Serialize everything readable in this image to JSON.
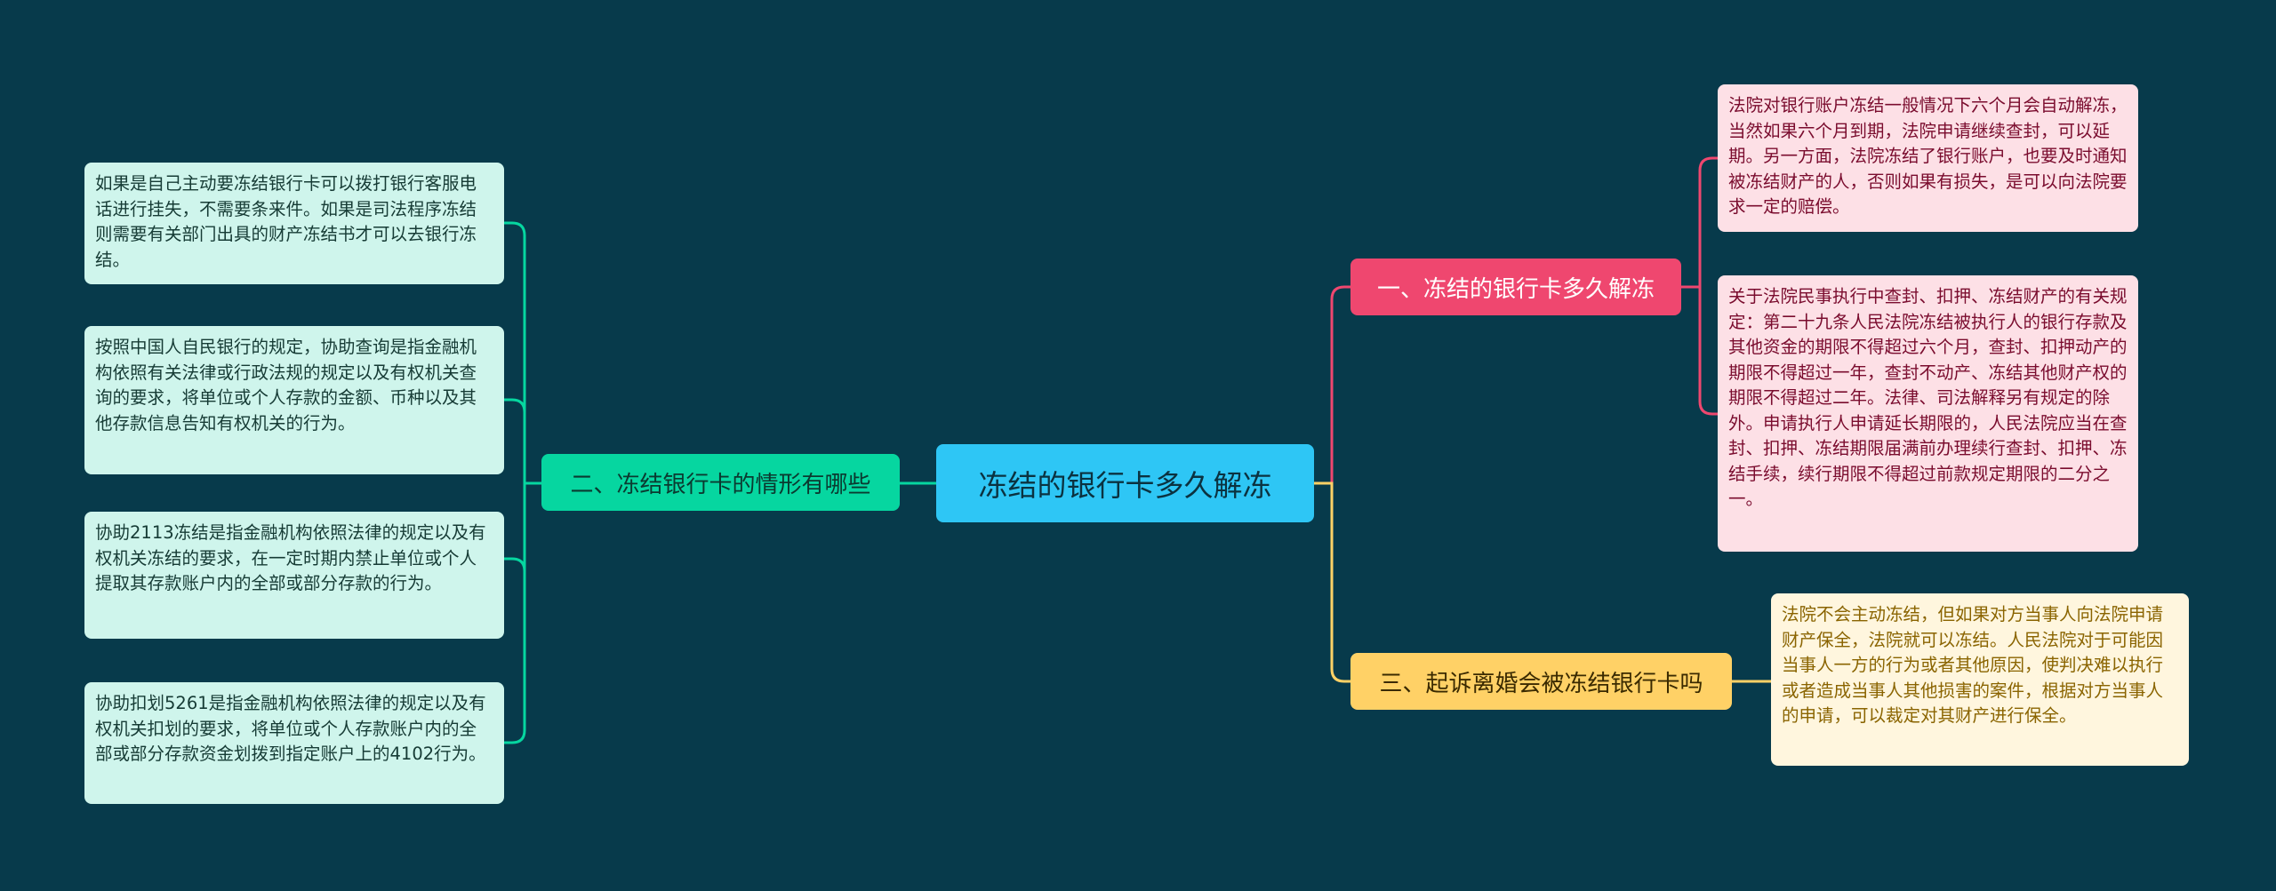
{
  "root": {
    "label": "冻结的银行卡多久解冻"
  },
  "colors": {
    "background": "#073a4b",
    "root": "#2ec6f5",
    "branch1": "#ef476f",
    "branch2": "#06d6a0",
    "branch3": "#ffd166"
  },
  "branches": [
    {
      "label": "一、冻结的银行卡多久解冻",
      "leaves": [
        "法院对银行账户冻结一般情况下六个月会自动解冻，当然如果六个月到期，法院申请继续查封，可以延期。另一方面，法院冻结了银行账户，也要及时通知被冻结财产的人，否则如果有损失，是可以向法院要求一定的赔偿。",
        "关于法院民事执行中查封、扣押、冻结财产的有关规定：第二十九条人民法院冻结被执行人的银行存款及其他资金的期限不得超过六个月，查封、扣押动产的期限不得超过一年，查封不动产、冻结其他财产权的期限不得超过二年。法律、司法解释另有规定的除外。申请执行人申请延长期限的，人民法院应当在查封、扣押、冻结期限届满前办理续行查封、扣押、冻结手续，续行期限不得超过前款规定期限的二分之一。"
      ]
    },
    {
      "label": "二、冻结银行卡的情形有哪些",
      "leaves": [
        "如果是自己主动要冻结银行卡可以拨打银行客服电话进行挂失，不需要条来件。如果是司法程序冻结则需要有关部门出具的财产冻结书才可以去银行冻结。",
        "按照中国人自民银行的规定，协助查询是指金融机构依照有关法律或行政法规的规定以及有权机关查询的要求，将单位或个人存款的金额、币种以及其他存款信息告知有权机关的行为。",
        "协助2113冻结是指金融机构依照法律的规定以及有权机关冻结的要求，在一定时期内禁止单位或个人提取其存款账户内的全部或部分存款的行为。",
        "协助扣划5261是指金融机构依照法律的规定以及有权机关扣划的要求，将单位或个人存款账户内的全部或部分存款资金划拨到指定账户上的4102行为。"
      ]
    },
    {
      "label": "三、起诉离婚会被冻结银行卡吗",
      "leaves": [
        "法院不会主动冻结，但如果对方当事人向法院申请财产保全，法院就可以冻结。人民法院对于可能因当事人一方的行为或者其他原因，使判决难以执行或者造成当事人其他损害的案件，根据对方当事人的申请，可以裁定对其财产进行保全。"
      ]
    }
  ]
}
